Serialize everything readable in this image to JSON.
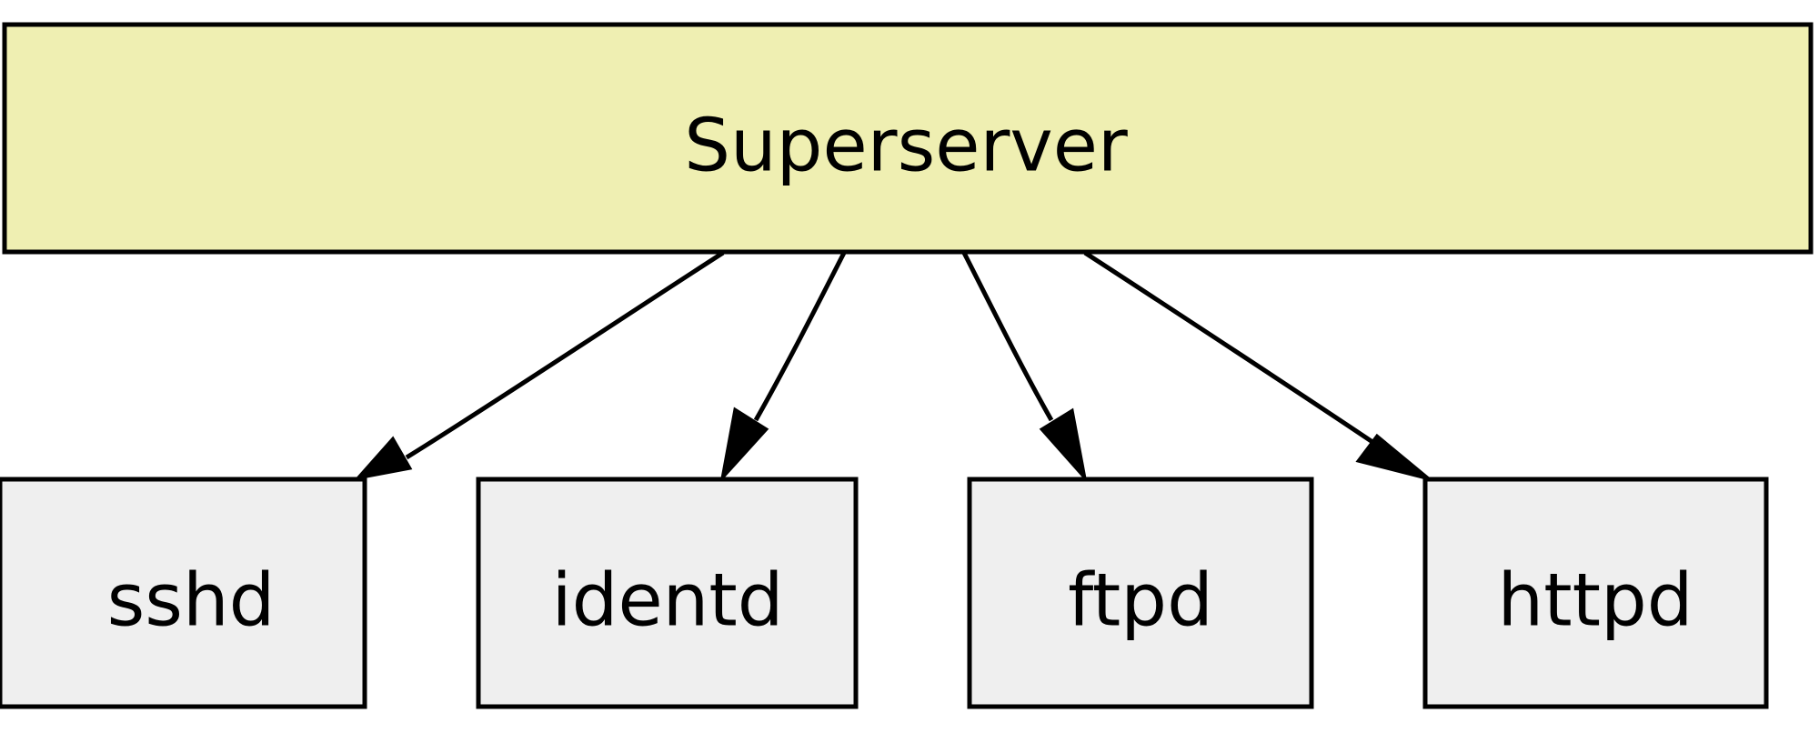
{
  "diagram": {
    "root": {
      "label": "Superserver",
      "fill": "#EFEFB2"
    },
    "children": [
      {
        "label": "sshd"
      },
      {
        "label": "identd"
      },
      {
        "label": "ftpd"
      },
      {
        "label": "httpd"
      }
    ],
    "child_fill": "#EFEFEF",
    "edges": [
      {
        "from": "Superserver",
        "to": "sshd"
      },
      {
        "from": "Superserver",
        "to": "identd"
      },
      {
        "from": "Superserver",
        "to": "ftpd"
      },
      {
        "from": "Superserver",
        "to": "httpd"
      }
    ],
    "stroke_color": "#000000"
  }
}
